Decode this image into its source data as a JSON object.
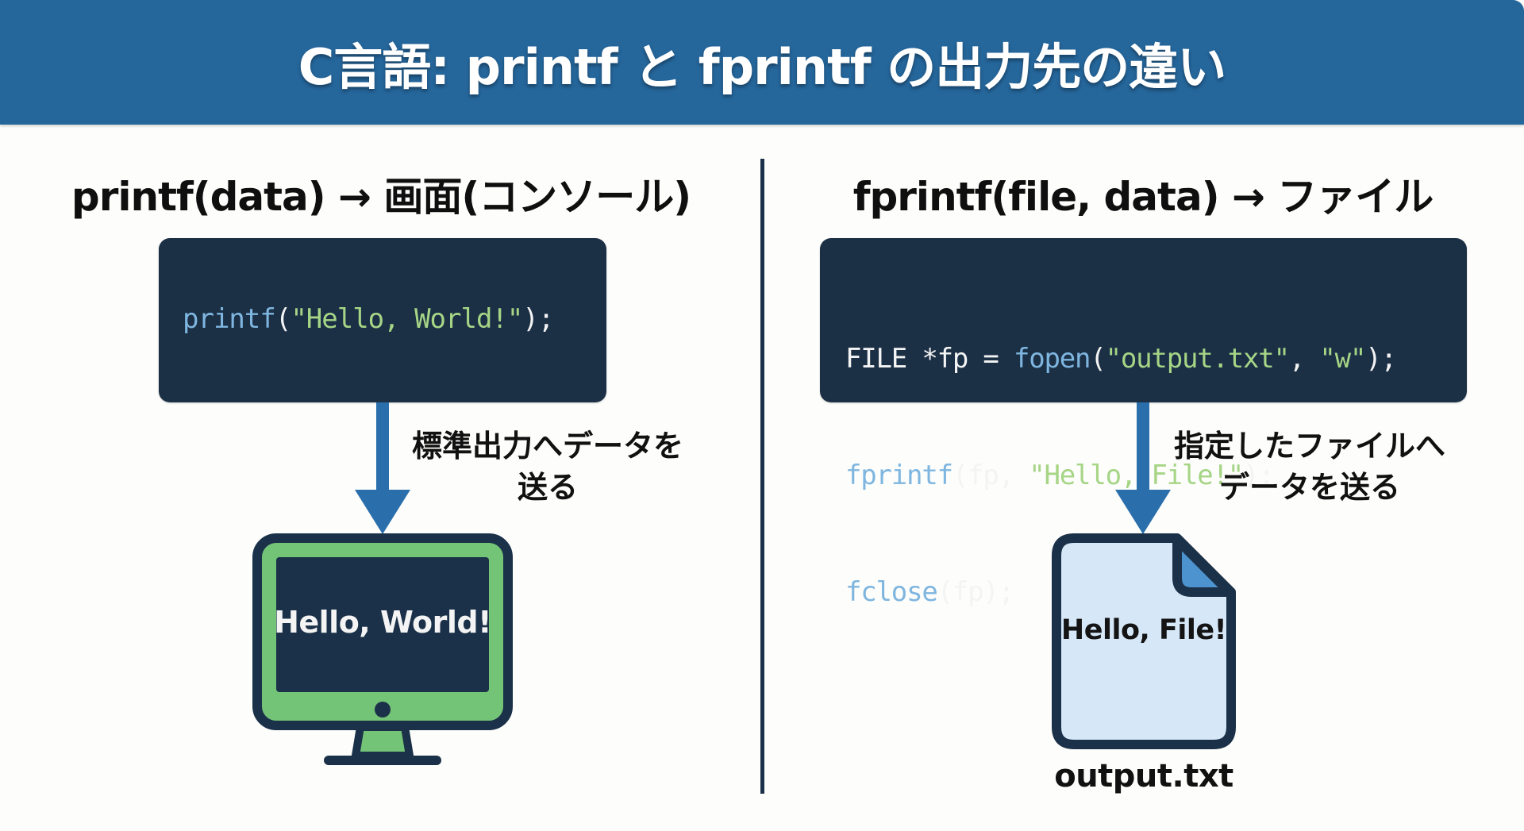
{
  "header": {
    "title": "C言語: printf と fprintf の出力先の違い"
  },
  "colors": {
    "header_bg": "#25669b",
    "code_bg": "#1b2f45",
    "function_token": "#7fb6e0",
    "string_token": "#a6d586",
    "arrow": "#2a6fac",
    "monitor_bezel": "#74c477",
    "outline": "#1b3149",
    "file_body": "#d6e8f8",
    "file_corner": "#4d93cf"
  },
  "left_panel": {
    "heading": "printf(data) → 画面(コンソール)",
    "code": {
      "lines": [
        [
          {
            "type": "fn",
            "text": "printf"
          },
          {
            "type": "plain",
            "text": "("
          },
          {
            "type": "str",
            "text": "\"Hello, World!\""
          },
          {
            "type": "plain",
            "text": ");"
          }
        ]
      ]
    },
    "flow_label_line1": "標準出力へデータを",
    "flow_label_line2": "送る",
    "destination_icon": "monitor-icon",
    "screen_text": "Hello, World!"
  },
  "right_panel": {
    "heading": "fprintf(file, data) → ファイル",
    "code": {
      "lines": [
        [
          {
            "type": "plain",
            "text": "FILE *fp = "
          },
          {
            "type": "fn",
            "text": "fopen"
          },
          {
            "type": "plain",
            "text": "("
          },
          {
            "type": "str",
            "text": "\"output.txt\""
          },
          {
            "type": "plain",
            "text": ", "
          },
          {
            "type": "str",
            "text": "\"w\""
          },
          {
            "type": "plain",
            "text": ");"
          }
        ],
        [
          {
            "type": "fn",
            "text": "fprintf"
          },
          {
            "type": "plain",
            "text": "(fp, "
          },
          {
            "type": "str",
            "text": "\"Hello, File!\""
          },
          {
            "type": "plain",
            "text": ");"
          }
        ],
        [
          {
            "type": "fn",
            "text": "fclose"
          },
          {
            "type": "plain",
            "text": "(fp);"
          }
        ]
      ]
    },
    "flow_label_line1": "指定したファイルへ",
    "flow_label_line2": "データを送る",
    "destination_icon": "file-icon",
    "file_content": "Hello, File!",
    "file_name": "output.txt"
  }
}
